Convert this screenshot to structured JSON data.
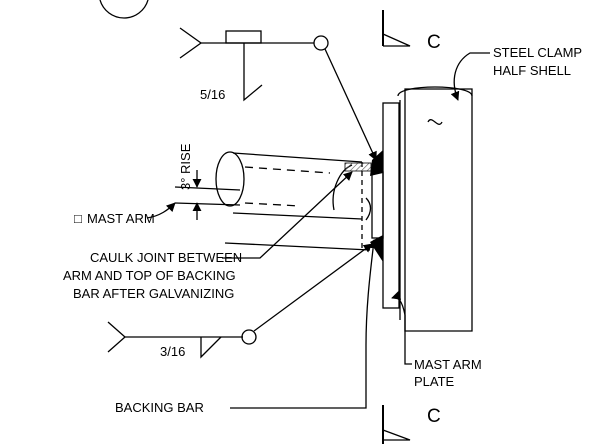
{
  "labels": {
    "section_top": "C",
    "section_bottom": "C",
    "steel_clamp_line1": "STEEL CLAMP",
    "steel_clamp_line2": "HALF SHELL",
    "weld_top_size": "5/16",
    "weld_bottom_size": "3/16",
    "rise": "3° RISE",
    "mast_arm_box": "□",
    "mast_arm": "MAST ARM",
    "caulk_line1": "CAULK JOINT BETWEEN",
    "caulk_line2": "ARM AND TOP OF BACKING",
    "caulk_line3": "BAR AFTER GALVANIZING",
    "mast_arm_plate_line1": "MAST ARM",
    "mast_arm_plate_line2": "PLATE",
    "backing_bar": "BACKING BAR"
  },
  "colors": {
    "ink": "#000000",
    "background": "#ffffff",
    "hatch": "#555555"
  }
}
